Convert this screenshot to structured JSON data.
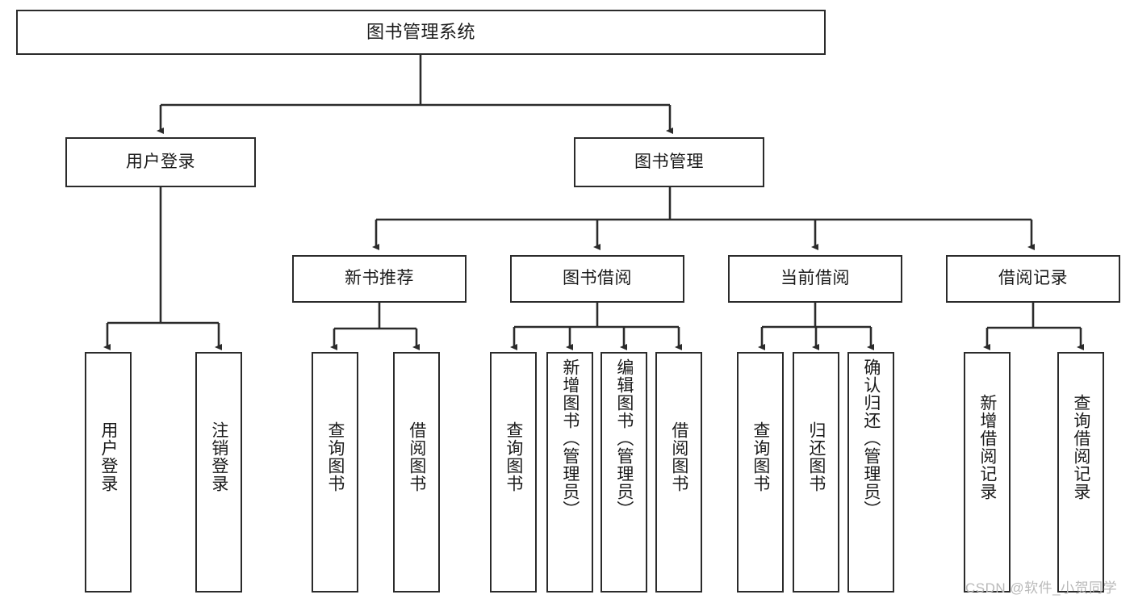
{
  "diagram": {
    "title": "图书管理系统",
    "type": "hierarchy-tree",
    "root": {
      "label": "图书管理系统"
    },
    "level1": [
      {
        "label": "用户登录"
      },
      {
        "label": "图书管理"
      }
    ],
    "level2": [
      {
        "label": "新书推荐"
      },
      {
        "label": "图书借阅"
      },
      {
        "label": "当前借阅"
      },
      {
        "label": "借阅记录"
      }
    ],
    "leaves": {
      "user_login": [
        {
          "label": "用户登录"
        },
        {
          "label": "注销登录"
        }
      ],
      "new_book_recommend": [
        {
          "label": "查询图书"
        },
        {
          "label": "借阅图书"
        }
      ],
      "book_borrow": [
        {
          "label": "查询图书"
        },
        {
          "label": "新增图书（管理员）"
        },
        {
          "label": "编辑图书（管理员）"
        },
        {
          "label": "借阅图书"
        }
      ],
      "current_borrow": [
        {
          "label": "查询图书"
        },
        {
          "label": "归还图书"
        },
        {
          "label": "确认归还（管理员）"
        }
      ],
      "borrow_record": [
        {
          "label": "新增借阅记录"
        },
        {
          "label": "查询借阅记录"
        }
      ]
    }
  },
  "watermark": {
    "text": "CSDN @软件_小贺同学"
  },
  "colors": {
    "border": "#2b2b2b",
    "text": "#1a1a1a",
    "background": "#ffffff",
    "watermark": "#b9b9b9"
  }
}
